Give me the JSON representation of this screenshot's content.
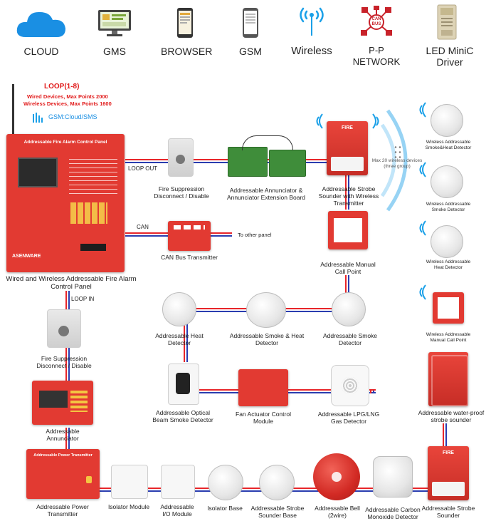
{
  "top_icons": [
    {
      "label": "CLOUD",
      "icon": "cloud-icon"
    },
    {
      "label": "GMS",
      "icon": "monitor-icon"
    },
    {
      "label": "BROWSER",
      "icon": "tablet-icon"
    },
    {
      "label": "GSM",
      "icon": "phone-icon"
    },
    {
      "label": "Wireless",
      "icon": "wireless-antenna-icon"
    },
    {
      "label": "P-P NETWORK",
      "icon": "can-bus-icon"
    },
    {
      "label": "LED MiniC Driver",
      "icon": "led-driver-icon"
    }
  ],
  "can_bus_icon_text": "CAN BUS",
  "panel": {
    "loop": "LOOP(1-8)",
    "spec1": "Wired Devices, Max Points 2000",
    "spec2": "Wireless Devices, Max Points 1600",
    "gsm": "GSM:Cloud/SMS",
    "title": "Addressable Fire Alarm Control Panel",
    "brand": "ASENWARE",
    "caption": "Wired and Wireless Addressable Fire Alarm Control Panel"
  },
  "connectors": {
    "loop_out": "LOOP OUT",
    "can": "CAN",
    "to_other": "To other panel",
    "loop_in": "LOOP IN"
  },
  "devices": {
    "fire_suppression_top": "Fire Suppression Disconnect / Disable",
    "annunciator_board": "Addressable Annunciator & Annunciator Extension Board",
    "strobe_sounder_wireless": "Addressable Strobe Sounder with Wireless Transmitter",
    "fire_label": "FIRE",
    "max_wireless": "Max 20 wireless devices (three group)",
    "wl_smoke_heat": "Wireless Addressable Smoke&Heat Detector",
    "wl_smoke": "Wireless Addressable Smoke Detector",
    "wl_heat": "Wireless Addressable Heat Detector",
    "wl_mcp": "Wireless Addressable Manual Call Point",
    "can_bus_transmitter": "CAN Bus Transmitter",
    "manual_call_point": "Addressable Manual Call Point",
    "heat_detector": "Addressable Heat Detector",
    "smoke_heat_detector": "Addressable Smoke & Heat Detector",
    "smoke_detector": "Addressable Smoke Detector",
    "fire_suppression_left": "Fire Suppression Disconnect / Disable",
    "beam_detector": "Addressable Optical Beam Smoke Detector",
    "fan_actuator": "Fan Actuator Control Module",
    "gas_detector": "Addressable LPG/LNG Gas Detector",
    "waterproof_strobe": "Addressable water-proof strobe sounder",
    "annunciator": "Addressable Annunciator",
    "power_transmitter": "Addressable Power Transmitter",
    "power_transmitter_panel_title": "Addressable Power Transmitter",
    "isolator_module": "Isolator Module",
    "io_module": "Addressable I/O Module",
    "isolator_base": "Isolator Base",
    "strobe_sounder_base": "Addressable Strobe Sounder Base",
    "bell": "Addressable Bell (2wire)",
    "co_detector": "Addressable Carbon Monoxide Detector",
    "strobe_sounder": "Addressable Strobe Sounder"
  },
  "colors": {
    "wire_red": "#e8262a",
    "wire_blue": "#2a3db0",
    "panel_red": "#e23a32",
    "wifi_blue": "#1aa0e8",
    "cloud_blue": "#1a8fe3"
  }
}
